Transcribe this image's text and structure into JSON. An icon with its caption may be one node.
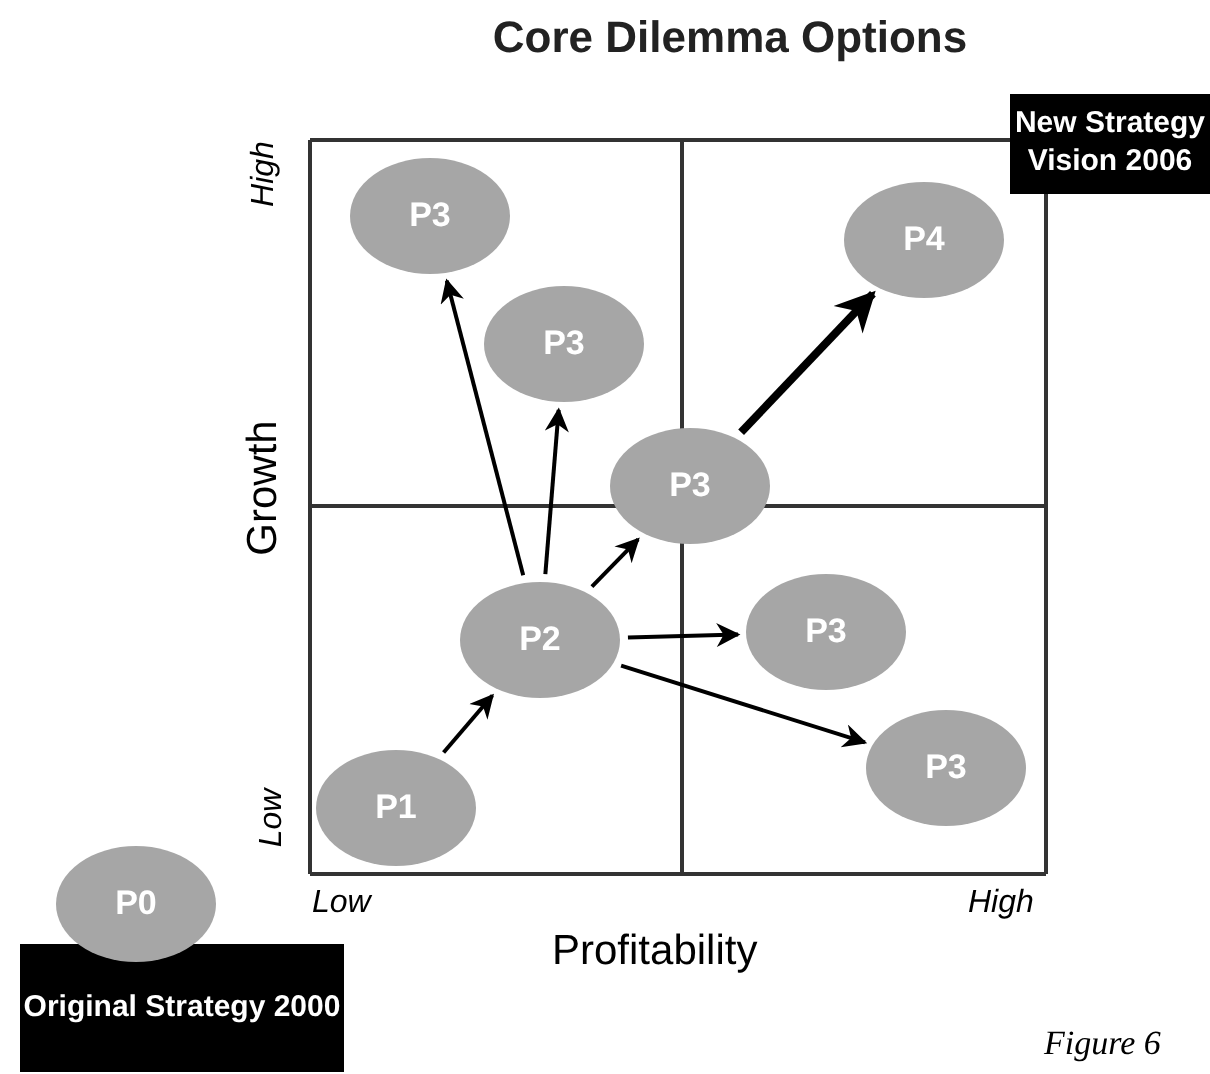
{
  "diagram": {
    "title": "Core Dilemma Options",
    "caption": "Figure 6",
    "nodes": [
      {
        "text": [
          "P0"
        ]
      },
      {
        "text": [
          "P1"
        ]
      },
      {
        "text": [
          "P2"
        ]
      },
      {
        "text": [
          "P3"
        ]
      },
      {
        "text": [
          "P3"
        ]
      },
      {
        "text": [
          "P3"
        ]
      },
      {
        "text": [
          "P4"
        ]
      },
      {
        "text": [
          "P3"
        ]
      },
      {
        "text": [
          "P3"
        ]
      },
      {
        "text": [
          "New Strategy Vision 2006"
        ]
      },
      {
        "text": [
          "Original Strategy 2000"
        ]
      }
    ],
    "edges": [
      {
        "from": 1,
        "to": 2,
        "arrow": "to"
      },
      {
        "from": 2,
        "to": 3,
        "arrow": "to"
      },
      {
        "from": 2,
        "to": 4,
        "arrow": "to"
      },
      {
        "from": 2,
        "to": 5,
        "arrow": "to"
      },
      {
        "from": 2,
        "to": 7,
        "arrow": "to"
      },
      {
        "from": 2,
        "to": 8,
        "arrow": "to"
      },
      {
        "from": 5,
        "to": 6,
        "arrow": "to",
        "style": "thick"
      }
    ],
    "labels": [
      "High",
      "Growth",
      "Low",
      "Low",
      "Profitability",
      "High"
    ]
  }
}
